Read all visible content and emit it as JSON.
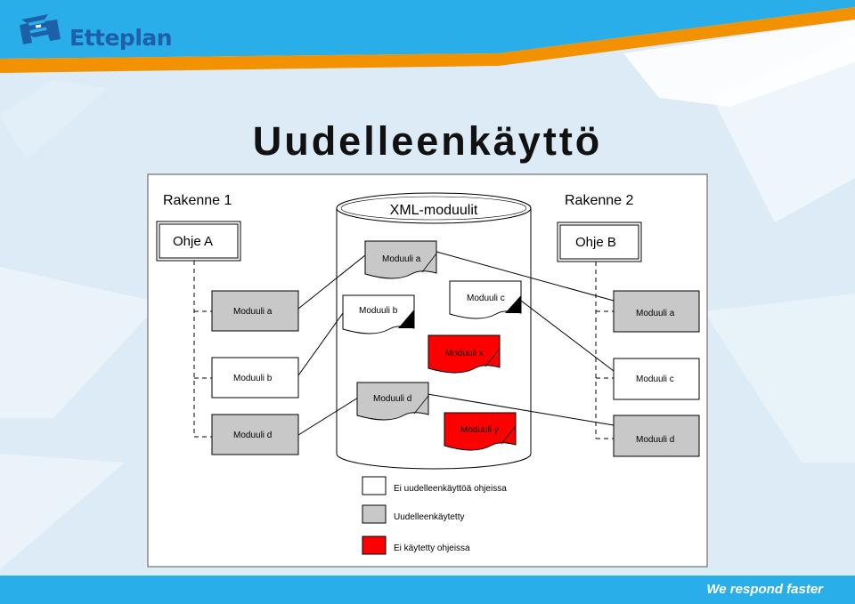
{
  "header": {
    "logo_text": "Etteplan"
  },
  "slide": {
    "title": "Uudelleenkäyttö"
  },
  "footer": {
    "tagline": "We respond faster"
  },
  "diagram": {
    "structure_left": {
      "heading": "Rakenne 1",
      "root": "Ohje A",
      "modules": [
        "Moduuli a",
        "Moduuli b",
        "Moduuli d"
      ]
    },
    "structure_right": {
      "heading": "Rakenne 2",
      "root": "Ohje B",
      "modules": [
        "Moduuli a",
        "Moduuli c",
        "Moduuli d"
      ]
    },
    "repository": {
      "title": "XML-moduulit",
      "documents": [
        "Moduuli a",
        "Moduuli c",
        "Moduuli b",
        "Moduuli x",
        "Moduuli d",
        "Moduuli y"
      ]
    },
    "legend": [
      {
        "label": "Ei uudelleenkäyttöä ohjeissa",
        "color": "#ffffff"
      },
      {
        "label": "Uudelleenkäytetty",
        "color": "#c8c8c8"
      },
      {
        "label": "Ei käytetty ohjeissa",
        "color": "#ff0000"
      }
    ]
  },
  "colors": {
    "header_blue": "#2aaee9",
    "header_orange": "#f39200",
    "footer_blue": "#2aaee9",
    "logo_blue": "#1d5fa8",
    "reused_gray": "#c8c8c8",
    "unused_red": "#ff0000",
    "white": "#ffffff"
  },
  "icons": {
    "logo": "etteplan-logo-icon"
  }
}
